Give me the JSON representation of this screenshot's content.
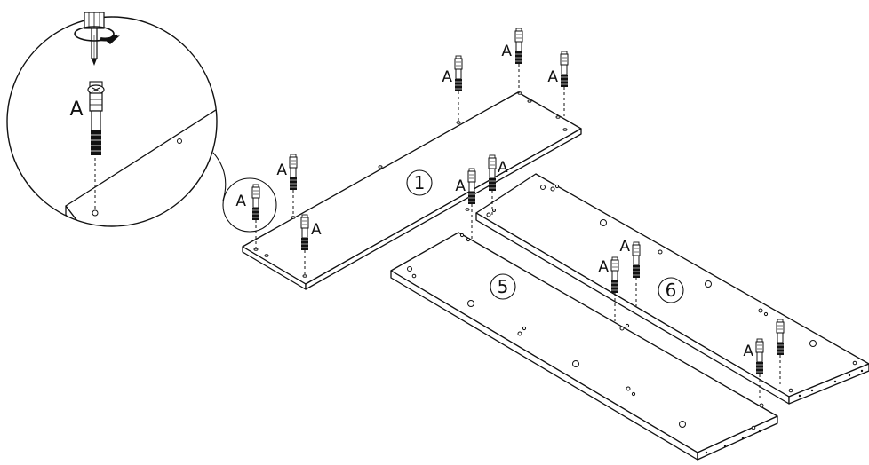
{
  "diagram": {
    "fastener_label": "A",
    "panels": [
      {
        "id": "panel-1",
        "label": "1"
      },
      {
        "id": "panel-5",
        "label": "5"
      },
      {
        "id": "panel-6",
        "label": "6"
      }
    ],
    "colors": {
      "line": "#111111",
      "background": "#ffffff"
    }
  }
}
